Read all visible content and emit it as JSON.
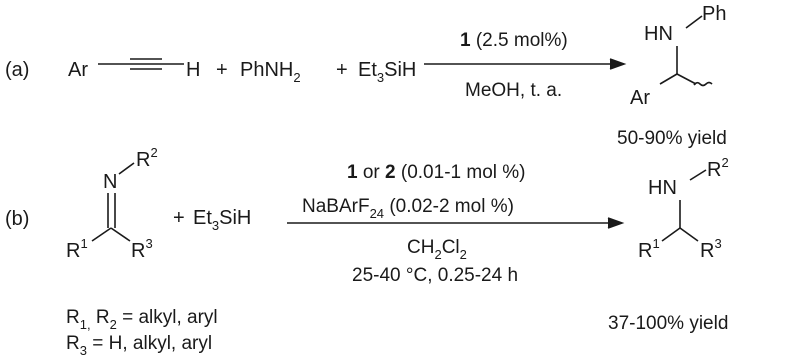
{
  "scheme_a": {
    "label": "(a)",
    "alkyne": {
      "left": "Ar",
      "right": "H"
    },
    "plus_1": "+",
    "aniline": {
      "main": "PhNH",
      "sub": "2"
    },
    "plus_2": "+",
    "silane": {
      "pre": "Et",
      "sub": "3",
      "post": "SiH"
    },
    "catalyst": {
      "id": "1",
      "loading": " (2.5 mol%)"
    },
    "conditions": "MeOH, t. a.",
    "product": {
      "amine": "HN",
      "n_substituent": "Ph",
      "aryl": "Ar"
    },
    "yield": "50-90% yield"
  },
  "scheme_b": {
    "label": "(b)",
    "imine": {
      "N": "N",
      "R2": {
        "R": "R",
        "n": "2"
      },
      "R1": {
        "R": "R",
        "n": "1"
      },
      "R3": {
        "R": "R",
        "n": "3"
      }
    },
    "plus": "+",
    "silane": {
      "pre": "Et",
      "sub": "3",
      "post": "SiH"
    },
    "catalyst": {
      "id_1": "1",
      "or": " or ",
      "id_2": "2",
      "loading": " (0.01-1 mol %)"
    },
    "additive": {
      "pre": "NaBArF",
      "sub": "24",
      "post": " (0.02-2 mol %)"
    },
    "solvent": {
      "pre": "CH",
      "sub1": "2",
      "mid": "Cl",
      "sub2": "2"
    },
    "conditions": "25-40 °C, 0.25-24 h",
    "product": {
      "amine": "HN",
      "R2": {
        "R": "R",
        "n": "2"
      },
      "R1": {
        "R": "R",
        "n": "1"
      },
      "R3": {
        "R": "R",
        "n": "3"
      }
    },
    "yield": "37-100% yield",
    "substituents": [
      {
        "R": "R",
        "sub": "1,",
        "mid": " R",
        "sub2": "2",
        "post": " = alkyl, aryl"
      },
      {
        "R": "R",
        "sub": "3",
        "post": " = H, alkyl, aryl"
      }
    ]
  }
}
